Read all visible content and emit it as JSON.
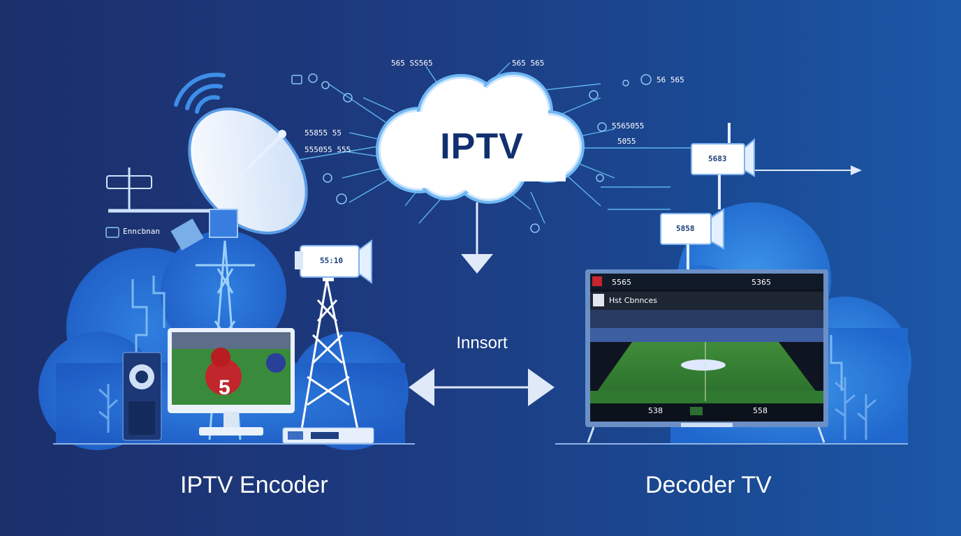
{
  "diagram": {
    "cloud_label": "IPTV",
    "middle_label": "Innsort",
    "left_caption": "IPTV Encoder",
    "right_caption": "Decoder TV"
  },
  "tv": {
    "top_left": "5565",
    "top_right": "5365",
    "channel_title": "Hst Cbnnces",
    "bottom_left": "538",
    "bottom_right": "558"
  },
  "devices": {
    "camera_left": "55:10",
    "camera_right_top": "5683",
    "camera_right_bottom": "5858",
    "dish_side_label": "Enncbnan"
  },
  "cloud_labels": {
    "top_a": "565 SS565",
    "top_b": "565 565",
    "right_a": "56 565",
    "left_a": "55855 55",
    "left_b": "555055 555",
    "right_b": "5565055",
    "right_c": "5055"
  },
  "colors": {
    "background": "#1d3c82",
    "accent": "#5fb4f0",
    "cloud": "#ffffff"
  }
}
